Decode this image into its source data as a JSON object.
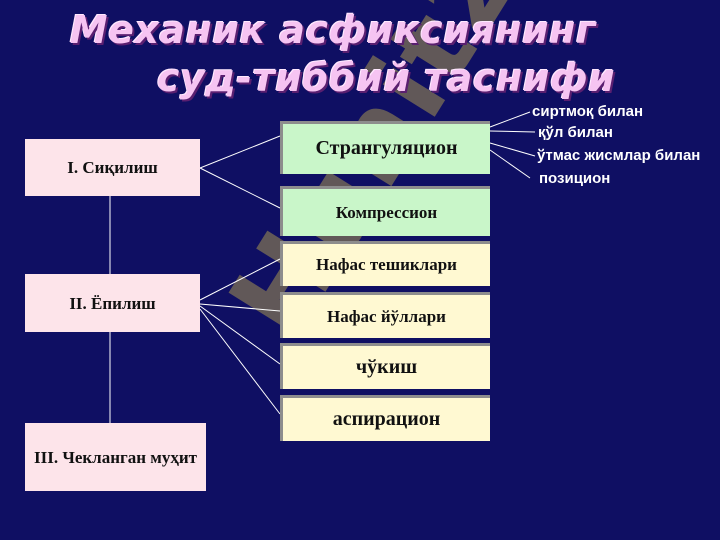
{
  "title": {
    "line1": "Механик асфиксиянинг",
    "line2": "суд-тиббий таснифи"
  },
  "watermark": "Huhit24",
  "categories": [
    {
      "label": "I. Сиқилиш"
    },
    {
      "label": "II. Ёпилиш"
    },
    {
      "label": "III. Чекланган муҳит"
    }
  ],
  "types": [
    {
      "label": "Странгуляцион",
      "color": "#c9f6c9"
    },
    {
      "label": "Компрессион",
      "color": "#c9f6c9"
    },
    {
      "label": "Нафас тешиклари",
      "color": "#fff9d2"
    },
    {
      "label": "Нафас йўллари",
      "color": "#fff9d2"
    },
    {
      "label": "чўкиш",
      "color": "#fff9d2"
    },
    {
      "label": "аспирацион",
      "color": "#fff9d2"
    }
  ],
  "strangulation_subtypes": [
    {
      "label": "сиртмоқ билан"
    },
    {
      "label": "қўл билан"
    },
    {
      "label": "ўтмас жисмлар билан"
    },
    {
      "label": "позицион"
    }
  ],
  "colors": {
    "background": "#0f0f63",
    "category_fill": "#fde4ea",
    "title_color": "#f6c4f2",
    "connector": "#ffffff"
  }
}
